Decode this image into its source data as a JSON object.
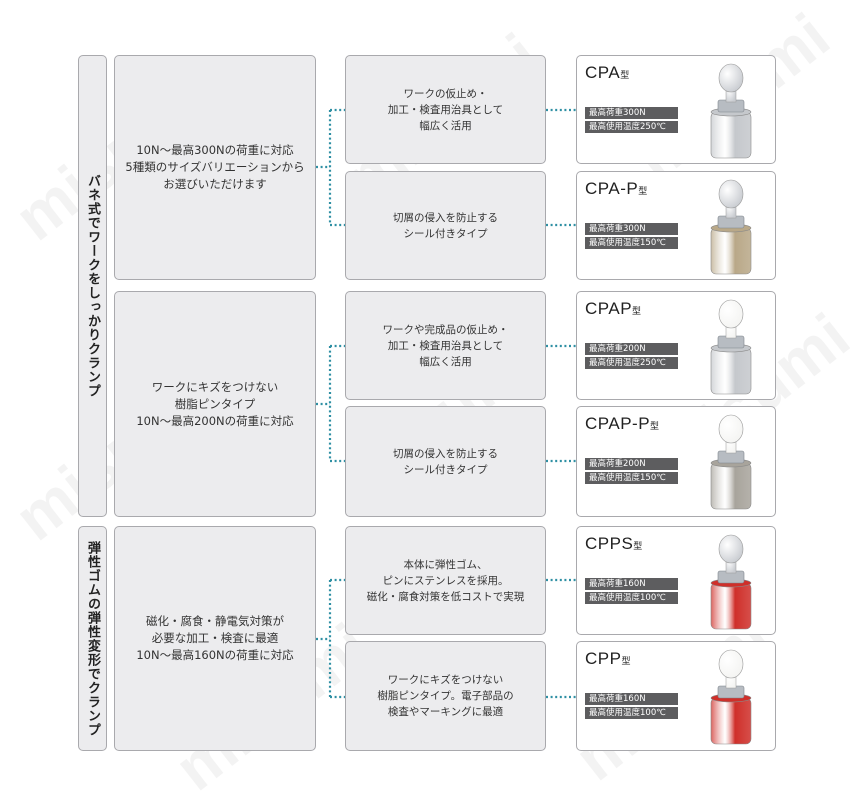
{
  "categories": [
    {
      "label": "バネ式でワークをしっかりクランプ"
    },
    {
      "label": "弾性ゴムの弾性変形でクランプ"
    }
  ],
  "groups": [
    {
      "text": "10N～最高300Nの荷重に対応\n5種類のサイズバリエーションから\nお選びいただけます"
    },
    {
      "text": "ワークにキズをつけない\n樹脂ピンタイプ\n10N～最高200Nの荷重に対応"
    },
    {
      "text": "磁化・腐食・静電気対策が\n必要な加工・検査に最適\n10N～最高160Nの荷重に対応"
    }
  ],
  "features": [
    {
      "text": "ワークの仮止め・\n加工・検査用治具として\n幅広く活用"
    },
    {
      "text": "切屑の侵入を防止する\nシール付きタイプ"
    },
    {
      "text": "ワークや完成品の仮止め・\n加工・検査用治具として\n幅広く活用"
    },
    {
      "text": "切屑の侵入を防止する\nシール付きタイプ"
    },
    {
      "text": "本体に弾性ゴム、\nピンにステンレスを採用。\n磁化・腐食対策を低コストで実現"
    },
    {
      "text": "ワークにキズをつけない\n樹脂ピンタイプ。電子部品の\n検査やマーキングに最適"
    }
  ],
  "products": [
    {
      "name": "CPA",
      "suffix": "型",
      "load": "最高荷重300N",
      "temp": "最高使用温度250℃",
      "head_color": "#c9ccd1",
      "body_color": "#c5c8cc",
      "image": "metal-ball-plunger-silver"
    },
    {
      "name": "CPA-P",
      "suffix": "型",
      "load": "最高荷重300N",
      "temp": "最高使用温度150℃",
      "head_color": "#c9ccd1",
      "body_color": "#b9a888",
      "image": "metal-ball-plunger-seal-bronze"
    },
    {
      "name": "CPAP",
      "suffix": "型",
      "load": "最高荷重200N",
      "temp": "最高使用温度250℃",
      "head_color": "#f4f4f2",
      "body_color": "#c5c8cc",
      "image": "resin-pin-plunger-silver"
    },
    {
      "name": "CPAP-P",
      "suffix": "型",
      "load": "最高荷重200N",
      "temp": "最高使用温度150℃",
      "head_color": "#f4f4f2",
      "body_color": "#a8a49c",
      "image": "resin-pin-plunger-seal"
    },
    {
      "name": "CPPS",
      "suffix": "型",
      "load": "最高荷重160N",
      "temp": "最高使用温度100℃",
      "head_color": "#c9ccd1",
      "body_color": "#cf2f2a",
      "image": "stainless-pin-rubber-body-red"
    },
    {
      "name": "CPP",
      "suffix": "型",
      "load": "最高荷重160N",
      "temp": "最高使用温度100℃",
      "head_color": "#f4f4f2",
      "body_color": "#cf2f2a",
      "image": "resin-pin-rubber-body-red"
    }
  ],
  "colors": {
    "connector": "#2e8fa3",
    "box_fill": "#ececee",
    "box_border": "#a9a9ad",
    "spec_bg": "#5d5d5f"
  },
  "watermark": "misumi"
}
